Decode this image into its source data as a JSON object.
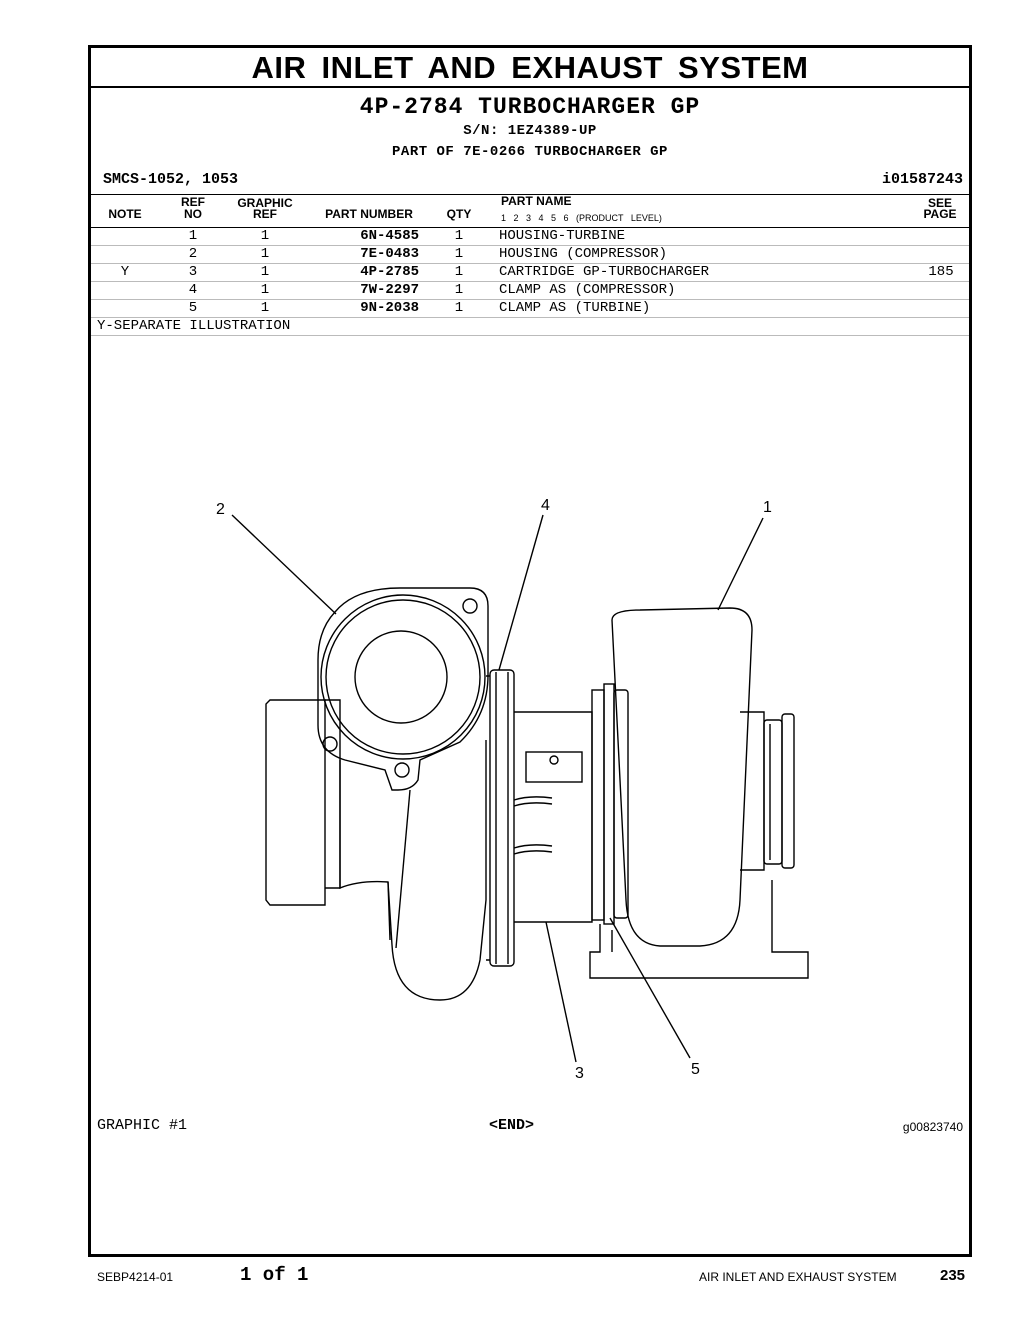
{
  "header": {
    "section_title": "AIR INLET AND EXHAUST SYSTEM",
    "group_title": "4P-2784 TURBOCHARGER GP",
    "serial": "S/N: 1EZ4389-UP",
    "part_of": "PART OF 7E-0266 TURBOCHARGER GP",
    "smcs": "SMCS-1052, 1053",
    "illustration_id": "i01587243"
  },
  "table": {
    "columns": {
      "note": "NOTE",
      "ref_no_1": "REF",
      "ref_no_2": "NO",
      "graphic_ref_1": "GRAPHIC",
      "graphic_ref_2": "REF",
      "part_number": "PART NUMBER",
      "qty": "QTY",
      "part_name": "PART NAME",
      "product_levels": "1  2  3  4  5  6  (PRODUCT LEVEL)",
      "see_page_1": "SEE",
      "see_page_2": "PAGE"
    },
    "rows": [
      {
        "note": "",
        "ref": "1",
        "gref": "1",
        "part_number": "6N-4585",
        "qty": "1",
        "name": "HOUSING-TURBINE",
        "see": ""
      },
      {
        "note": "",
        "ref": "2",
        "gref": "1",
        "part_number": "7E-0483",
        "qty": "1",
        "name": "HOUSING (COMPRESSOR)",
        "see": ""
      },
      {
        "note": "Y",
        "ref": "3",
        "gref": "1",
        "part_number": "4P-2785",
        "qty": "1",
        "name": "CARTRIDGE GP-TURBOCHARGER",
        "see": "185"
      },
      {
        "note": "",
        "ref": "4",
        "gref": "1",
        "part_number": "7W-2297",
        "qty": "1",
        "name": "CLAMP AS (COMPRESSOR)",
        "see": ""
      },
      {
        "note": "",
        "ref": "5",
        "gref": "1",
        "part_number": "9N-2038",
        "qty": "1",
        "name": "CLAMP AS (TURBINE)",
        "see": ""
      }
    ],
    "footnote": "Y-SEPARATE ILLUSTRATION"
  },
  "illustration": {
    "callouts": [
      "1",
      "2",
      "3",
      "4",
      "5"
    ],
    "graphic_label": "GRAPHIC #1",
    "end_label": "<END>",
    "graphic_id": "g00823740"
  },
  "footer": {
    "doc_number": "SEBP4214-01",
    "page_of": "1 of 1",
    "section": "AIR INLET AND EXHAUST SYSTEM",
    "page_number": "235"
  }
}
